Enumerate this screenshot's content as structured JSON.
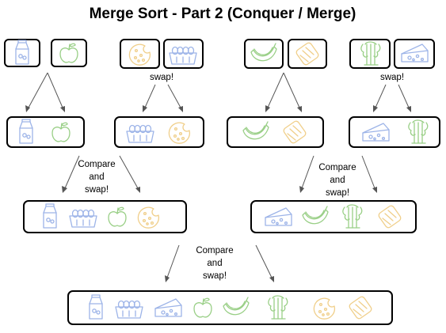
{
  "title": "Merge Sort - Part 2 (Conquer / Merge)",
  "labels": {
    "swap_1": "swap!",
    "swap_2": "swap!",
    "compare_swap_left": [
      "Compare",
      "and",
      "swap!"
    ],
    "compare_swap_right": [
      "Compare",
      "and",
      "swap!"
    ],
    "compare_swap_final": [
      "Compare",
      "and",
      "swap!"
    ]
  },
  "item_colors": {
    "milk": "#9db4e8",
    "eggs": "#9db4e8",
    "cheese": "#9db4e8",
    "apple": "#99cf86",
    "banana": "#99cf86",
    "celery": "#99cf86",
    "cookie": "#f0cf8a",
    "bread": "#f0cf8a"
  },
  "levels": {
    "singles": [
      [
        "milk"
      ],
      [
        "apple"
      ],
      [
        "cookie"
      ],
      [
        "eggs"
      ],
      [
        "banana"
      ],
      [
        "bread"
      ],
      [
        "celery"
      ],
      [
        "cheese"
      ]
    ],
    "pairs": [
      [
        "milk",
        "apple"
      ],
      [
        "eggs",
        "cookie"
      ],
      [
        "banana",
        "bread"
      ],
      [
        "cheese",
        "celery"
      ]
    ],
    "quads": [
      [
        "milk",
        "eggs",
        "apple",
        "cookie"
      ],
      [
        "cheese",
        "banana",
        "celery",
        "bread"
      ]
    ],
    "final": [
      [
        "milk",
        "eggs",
        "cheese",
        "apple",
        "banana",
        "celery",
        "cookie",
        "bread"
      ]
    ]
  }
}
